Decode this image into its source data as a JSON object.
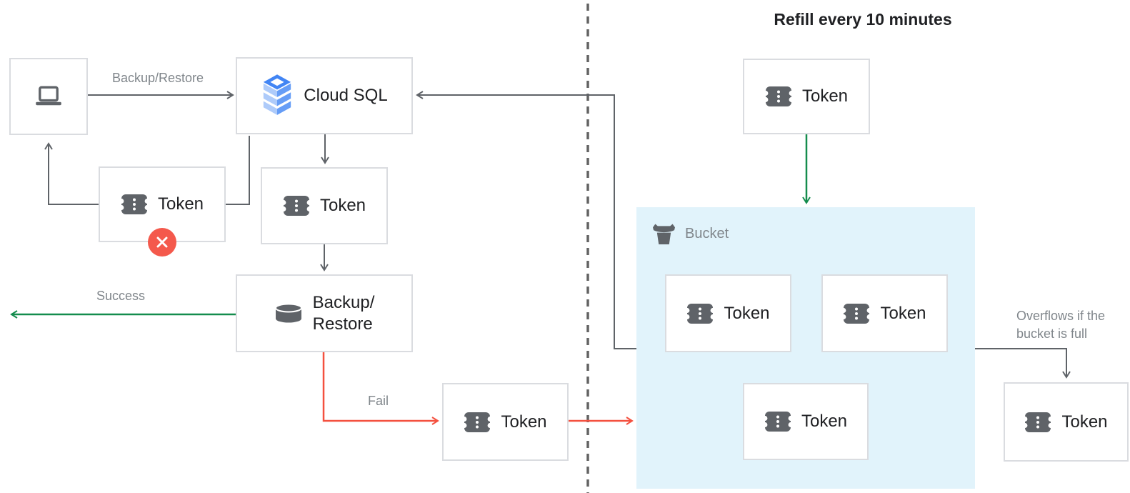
{
  "diagram": {
    "title": "Refill every 10 minutes",
    "token_label": "Token",
    "cloud_sql": {
      "label": "Cloud SQL"
    },
    "backup_restore": {
      "line1": "Backup/",
      "line2": "Restore"
    },
    "bucket": {
      "label": "Bucket",
      "token_count": 3
    },
    "edge_labels": {
      "backup_restore": "Backup/Restore",
      "success": "Success",
      "fail": "Fail",
      "overflow": "Overflows if the bucket is full"
    },
    "colors": {
      "success_green": "#148c4d",
      "fail_red": "#f4503f",
      "reject_badge_red": "#f4594c",
      "bucket_blue": "#e1f3fb",
      "arrow_gray": "#5f6368",
      "border_gray": "#dadce0",
      "label_gray": "#80868b",
      "text_dark": "#202124",
      "icon_gray": "#5f6368",
      "cloud_sql_blue": "#4285f4",
      "cloud_sql_blue_light": "#aecbfa",
      "cloud_sql_blue_mid": "#669df6"
    }
  }
}
